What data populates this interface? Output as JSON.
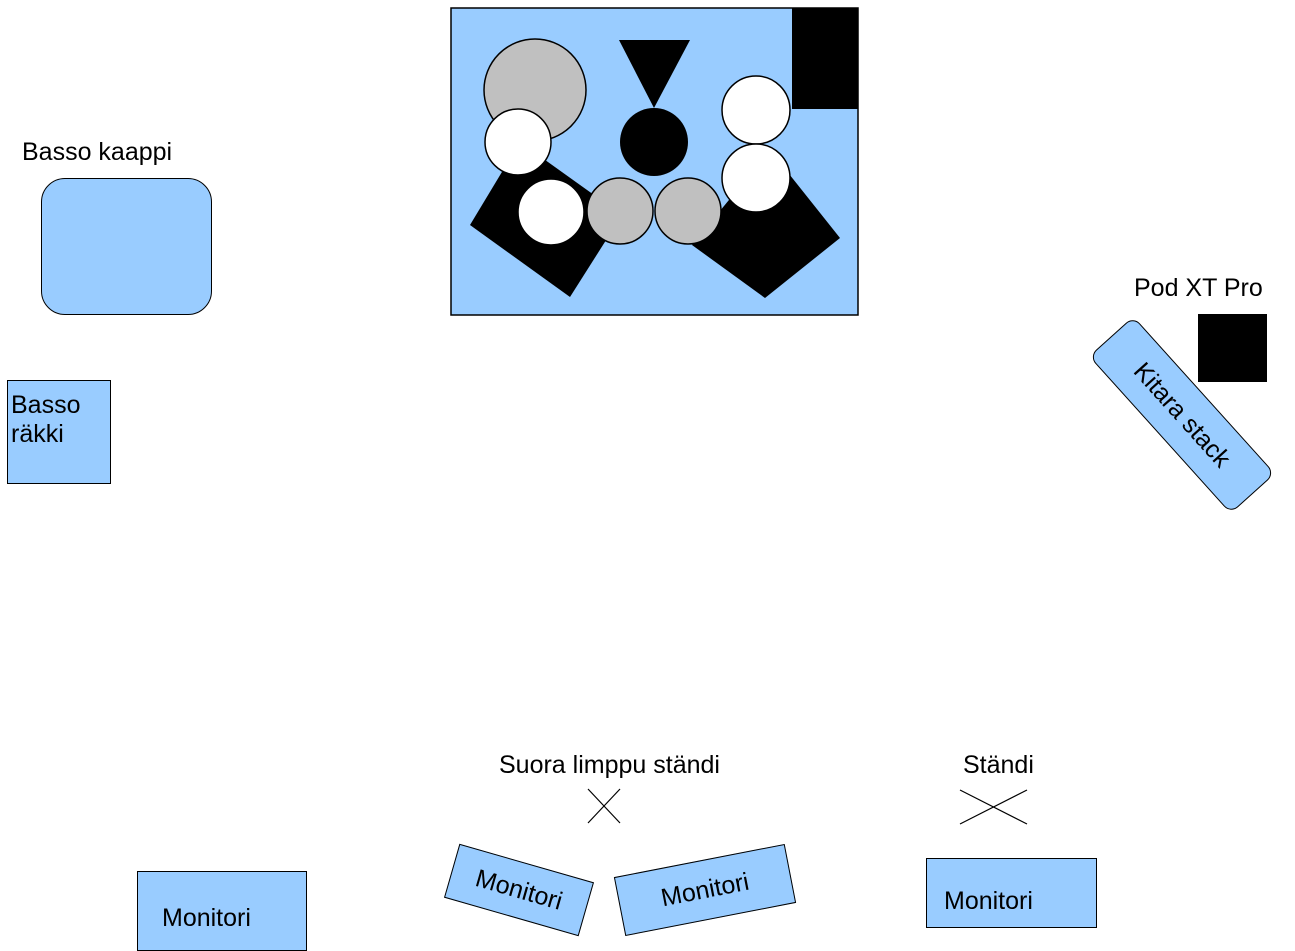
{
  "labels": {
    "bass_cab": "Basso kaappi",
    "bass_rack": [
      "Basso",
      "räkki"
    ],
    "pod": "Pod XT Pro",
    "guitar_stack": "Kitara stack",
    "straight_stand": "Suora limppu ständi",
    "stand": "Ständi",
    "monitor": "Monitori"
  },
  "colors": {
    "fill": "#99ccff",
    "drum_gray": "#c0c0c0",
    "drum_white": "#ffffff",
    "black": "#000000"
  }
}
